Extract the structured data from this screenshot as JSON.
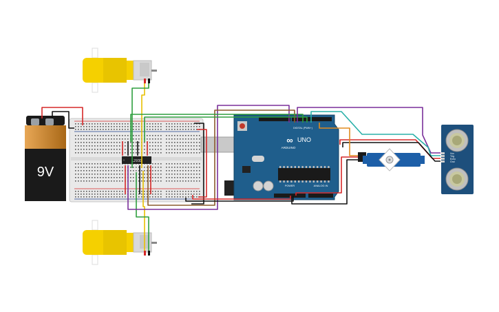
{
  "battery": {
    "label": "9V"
  },
  "driver_ic": {
    "label": "L293D"
  },
  "arduino": {
    "brand": "ARDUINO",
    "model": "UNO",
    "digital_label": "DIGITAL (PWM~)",
    "power_label": "POWER",
    "analog_label": "ANALOG IN"
  },
  "ultrasonic": {
    "pins": [
      "Vcc",
      "Trig",
      "Echo",
      "Gnd"
    ]
  },
  "colors": {
    "wire_red": "#d62828",
    "wire_black": "#111111",
    "wire_green": "#2e9e3e",
    "wire_yellow": "#e8c000",
    "wire_purple": "#7a2f9a",
    "wire_brown": "#8a5a2b",
    "wire_teal": "#29b0a8",
    "arduino_blue": "#1f5e8c",
    "motor_yellow": "#f5d000",
    "breadboard": "#e8e8e8",
    "sensor_blue": "#1d4f7c"
  }
}
